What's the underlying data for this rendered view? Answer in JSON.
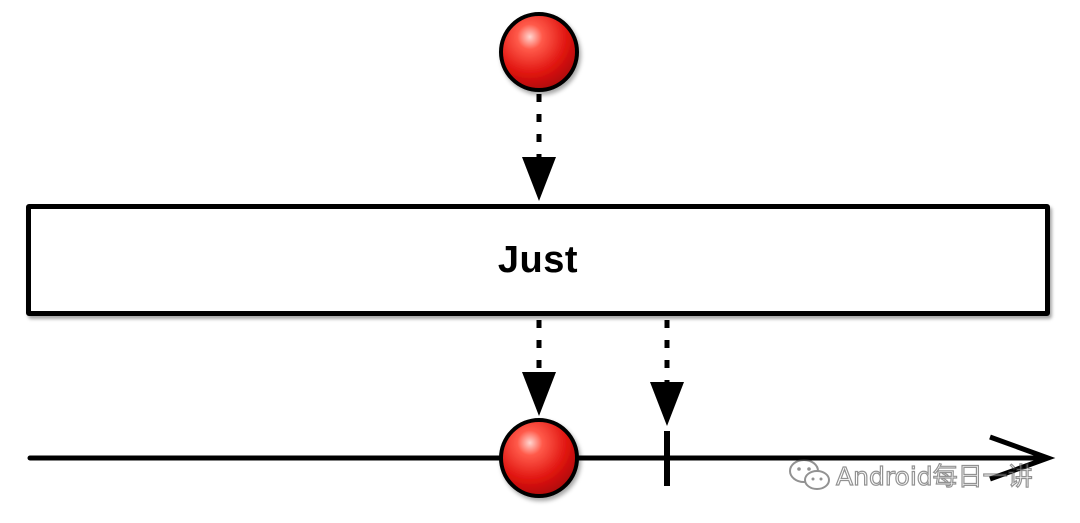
{
  "diagram": {
    "type": "marble-diagram",
    "operator": {
      "label": "Just"
    },
    "input": {
      "item_color": "#e8141a"
    },
    "output": {
      "item_color": "#e8141a",
      "completion": true
    }
  },
  "watermark": {
    "text": "Android每日一讲",
    "icon": "wechat-icon"
  }
}
